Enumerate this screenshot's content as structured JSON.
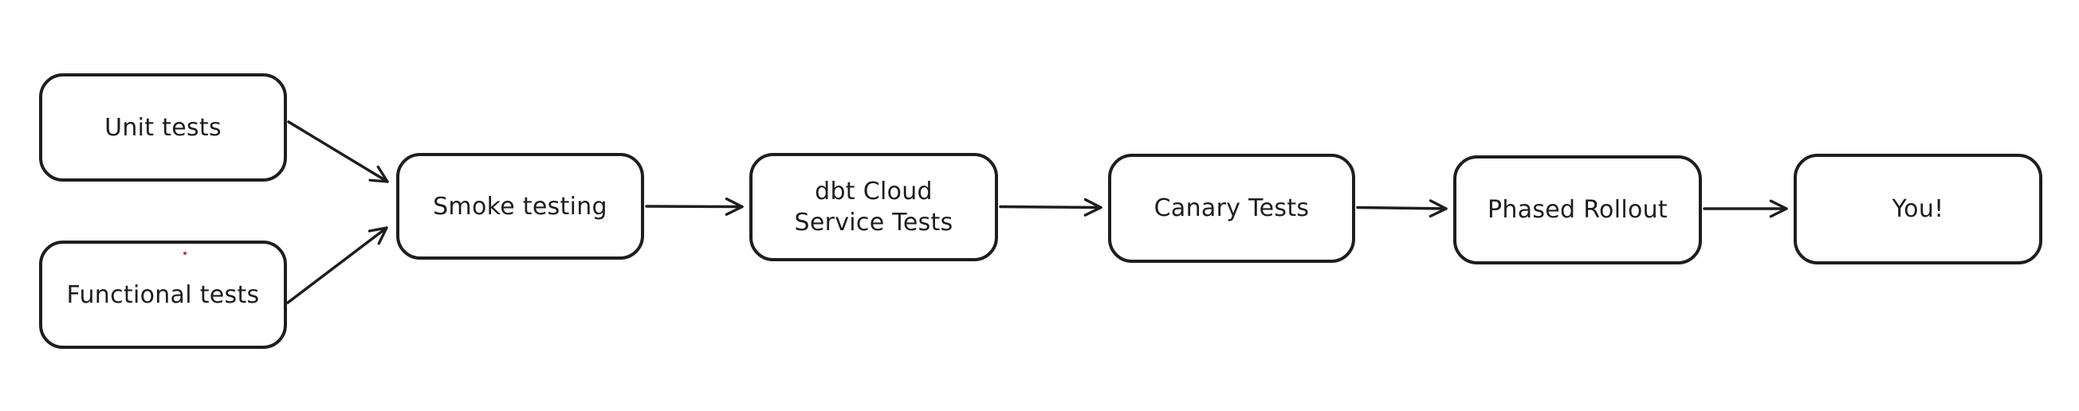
{
  "diagram": {
    "background_color": "#ffffff",
    "stroke_color": "#1e1e1e",
    "node_fill_color": "#ffffff",
    "stray_dot_color": "#e03131",
    "nodes": [
      {
        "id": "unit-tests",
        "label": "Unit tests"
      },
      {
        "id": "functional-tests",
        "label": "Functional tests"
      },
      {
        "id": "smoke-testing",
        "label": "Smoke testing"
      },
      {
        "id": "dbt-cloud-service-tests",
        "label": "dbt Cloud\nService Tests"
      },
      {
        "id": "canary-tests",
        "label": "Canary Tests"
      },
      {
        "id": "phased-rollout",
        "label": "Phased Rollout"
      },
      {
        "id": "you",
        "label": "You!"
      }
    ],
    "edges": [
      {
        "from": "unit-tests",
        "to": "smoke-testing"
      },
      {
        "from": "functional-tests",
        "to": "smoke-testing"
      },
      {
        "from": "smoke-testing",
        "to": "dbt-cloud-service-tests"
      },
      {
        "from": "dbt-cloud-service-tests",
        "to": "canary-tests"
      },
      {
        "from": "canary-tests",
        "to": "phased-rollout"
      },
      {
        "from": "phased-rollout",
        "to": "you"
      }
    ]
  }
}
